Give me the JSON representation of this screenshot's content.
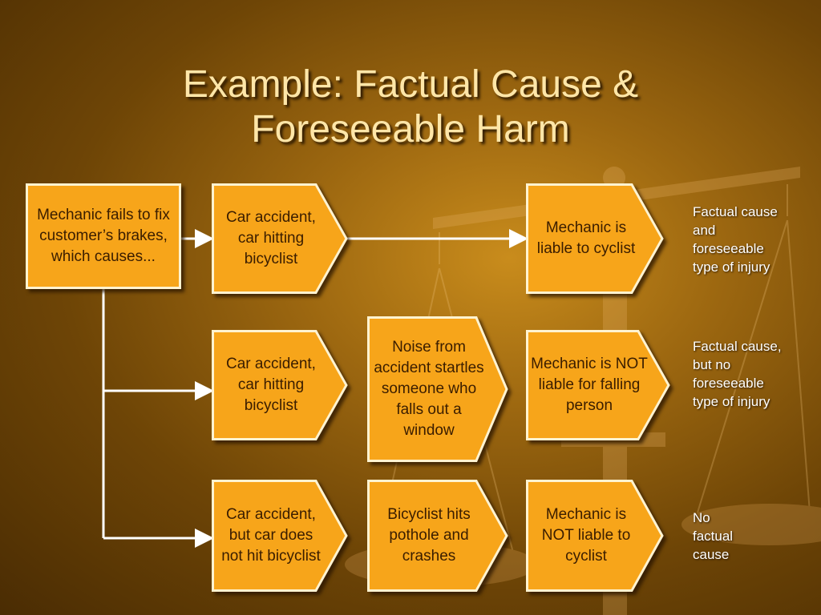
{
  "title": {
    "line1": "Example: Factual Cause &",
    "line2": "Foreseeable Harm"
  },
  "nodes": {
    "mechanic_fails": "Mechanic fails to fix customer’s brakes, which causes...",
    "row1_accident": "Car accident, car hitting bicyclist",
    "row1_result": "Mechanic is liable to cyclist",
    "row2_accident": "Car accident, car hitting bicyclist",
    "row2_noise": "Noise from accident startles someone who falls out a window",
    "row2_result": "Mechanic is NOT liable for falling person",
    "row3_accident": "Car accident, but car does not hit bicyclist",
    "row3_pothole": "Bicyclist hits pothole and crashes",
    "row3_result": "Mechanic is NOT liable to cyclist"
  },
  "captions": {
    "row1": "Factual cause and foreseeable type of injury",
    "row2": "Factual cause, but no foreseeable type of injury",
    "row3": "No factual cause"
  },
  "colors": {
    "box_fill": "#f7a51a",
    "box_border": "#fff3d0",
    "title": "#ffe6a8",
    "connector": "#ffffff"
  }
}
